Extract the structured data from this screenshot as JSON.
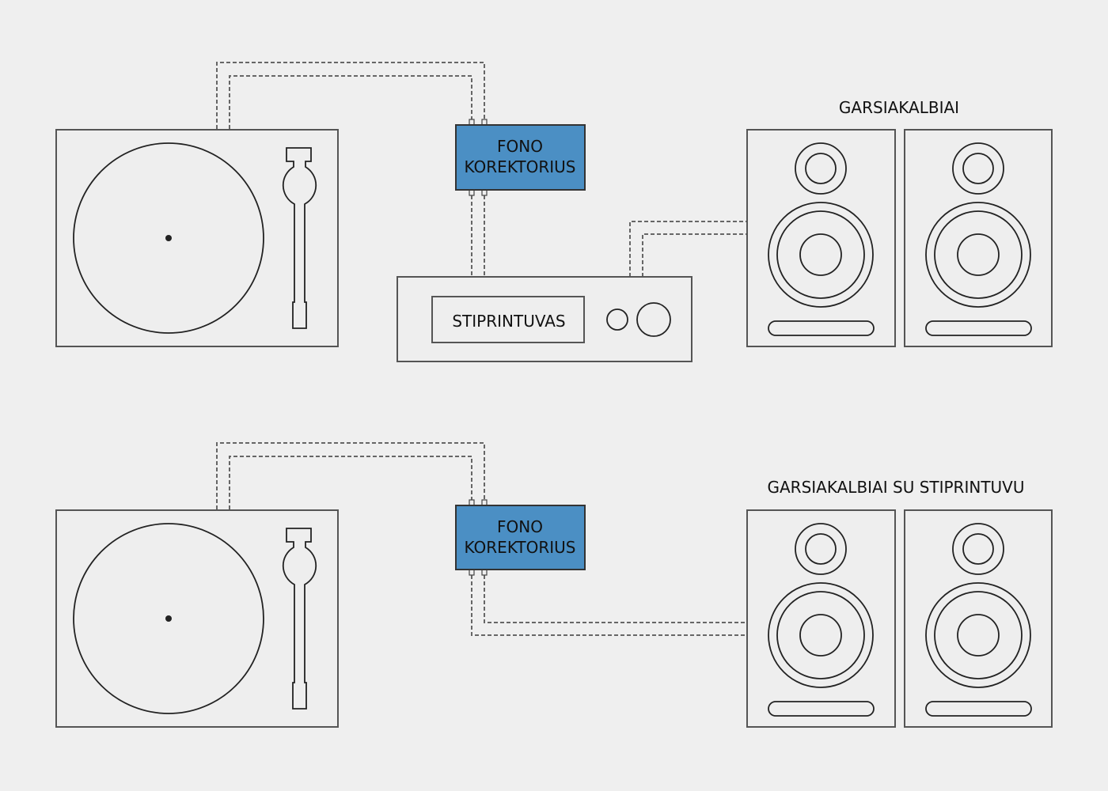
{
  "top_setup": {
    "phono_label_line1": "FONO",
    "phono_label_line2": "KOREKTORIUS",
    "amplifier_label": "STIPRINTUVAS",
    "speakers_label": "GARSIAKALBIAI"
  },
  "bottom_setup": {
    "phono_label_line1": "FONO",
    "phono_label_line2": "KOREKTORIUS",
    "speakers_label": "GARSIAKALBIAI SU STIPRINTUVU"
  },
  "colors": {
    "background": "#efefef",
    "phono_box": "#4b8fc4",
    "outline": "#555555",
    "cable": "#666666"
  }
}
